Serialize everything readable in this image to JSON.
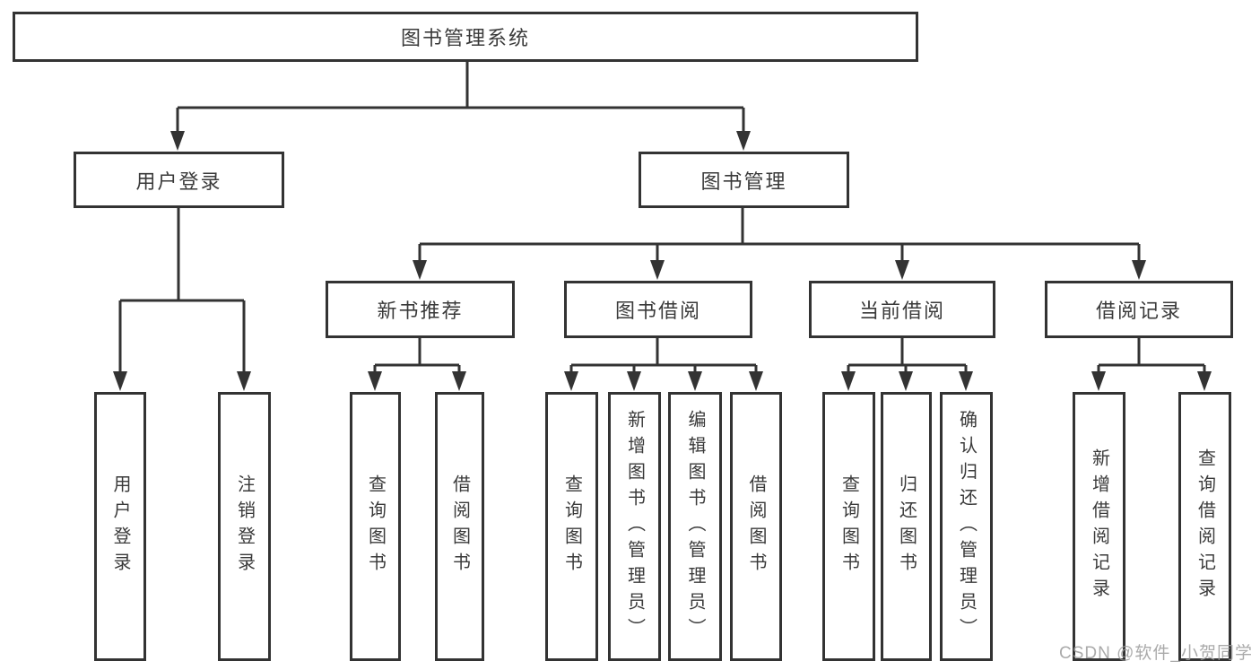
{
  "diagram": {
    "root": {
      "label": "图书管理系统"
    },
    "branches": [
      {
        "label": "用户登录",
        "children": [
          {
            "label": "用户登录"
          },
          {
            "label": "注销登录"
          }
        ]
      },
      {
        "label": "图书管理",
        "children": [
          {
            "label": "新书推荐",
            "children": [
              {
                "label": "查询图书"
              },
              {
                "label": "借阅图书"
              }
            ]
          },
          {
            "label": "图书借阅",
            "children": [
              {
                "label": "查询图书"
              },
              {
                "label": "新增图书（管理员）"
              },
              {
                "label": "编辑图书（管理员）"
              },
              {
                "label": "借阅图书"
              }
            ]
          },
          {
            "label": "当前借阅",
            "children": [
              {
                "label": "查询图书"
              },
              {
                "label": "归还图书"
              },
              {
                "label": "确认归还（管理员）"
              }
            ]
          },
          {
            "label": "借阅记录",
            "children": [
              {
                "label": "新增借阅记录"
              },
              {
                "label": "查询借阅记录"
              }
            ]
          }
        ]
      }
    ]
  },
  "watermark": {
    "text": "CSDN @软件_小贺同学"
  },
  "colors": {
    "line": "#333333",
    "node_border": "#333333",
    "node_text": "#3a3a3a",
    "background": "#ffffff",
    "watermark": "#9b9b9b"
  }
}
